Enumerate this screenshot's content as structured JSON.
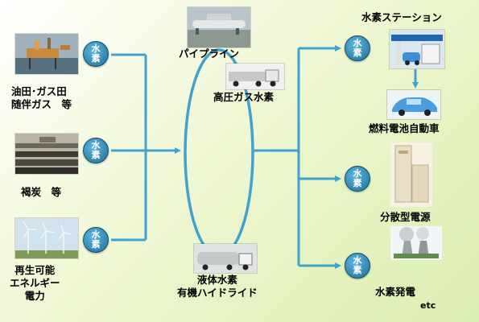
{
  "sources": [
    {
      "label": "油田･ガス田\n随伴ガス　等",
      "badge": "水\n素"
    },
    {
      "label": "褐炭　等",
      "badge": "水\n素"
    },
    {
      "label": "再生可能\nエネルギー\n電力",
      "badge": "水\n素"
    }
  ],
  "transport": [
    {
      "label": "パイプライン"
    },
    {
      "label": "高圧ガス水素"
    },
    {
      "label": "液体水素\n有機ハイドライド"
    }
  ],
  "uses": [
    {
      "label": "水素ステーション",
      "badge": "水\n素"
    },
    {
      "label": "燃料電池自動車"
    },
    {
      "label": "分散型電源",
      "badge": "水\n素"
    },
    {
      "label": "水素発電",
      "badge": "水\n素"
    }
  ],
  "etc": "etc",
  "colors": {
    "arrow": "#3fa3cf",
    "badge": "#2a86b8",
    "bg_light": "#f3f9dc",
    "bg_dark": "#dcedb2"
  },
  "icons": [
    "oil-rig-photo",
    "lignite-mine-photo",
    "wind-turbine-photo",
    "pipeline-photo",
    "gas-truck-photo",
    "tanker-truck-photo",
    "hydrogen-station-photo",
    "fuel-cell-car-photo",
    "fuel-cell-unit-photo",
    "power-plant-photo"
  ]
}
